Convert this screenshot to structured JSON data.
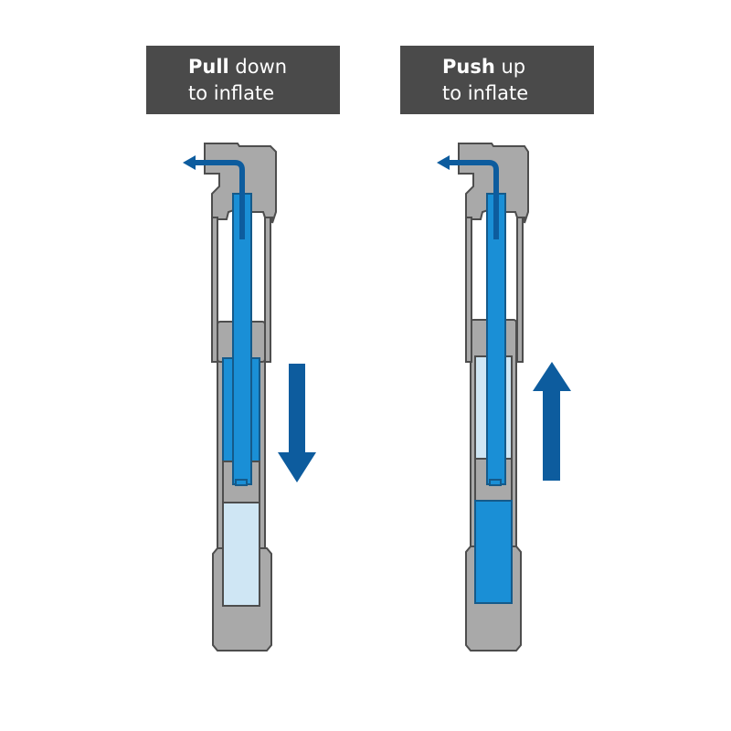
{
  "labels": {
    "left": {
      "bold": "Pull",
      "rest": " down",
      "line2": "to inflate"
    },
    "right": {
      "bold": "Push",
      "rest": " up",
      "line2": "to inflate"
    }
  },
  "colors": {
    "label_bg": "#4a4a4a",
    "metal": "#a9a9a9",
    "outline": "#4d4d4d",
    "air_blue": "#1a8fd6",
    "air_light": "#cfe6f4",
    "arrow": "#0d5c9e"
  },
  "arrows": {
    "left": "down",
    "right": "up"
  }
}
